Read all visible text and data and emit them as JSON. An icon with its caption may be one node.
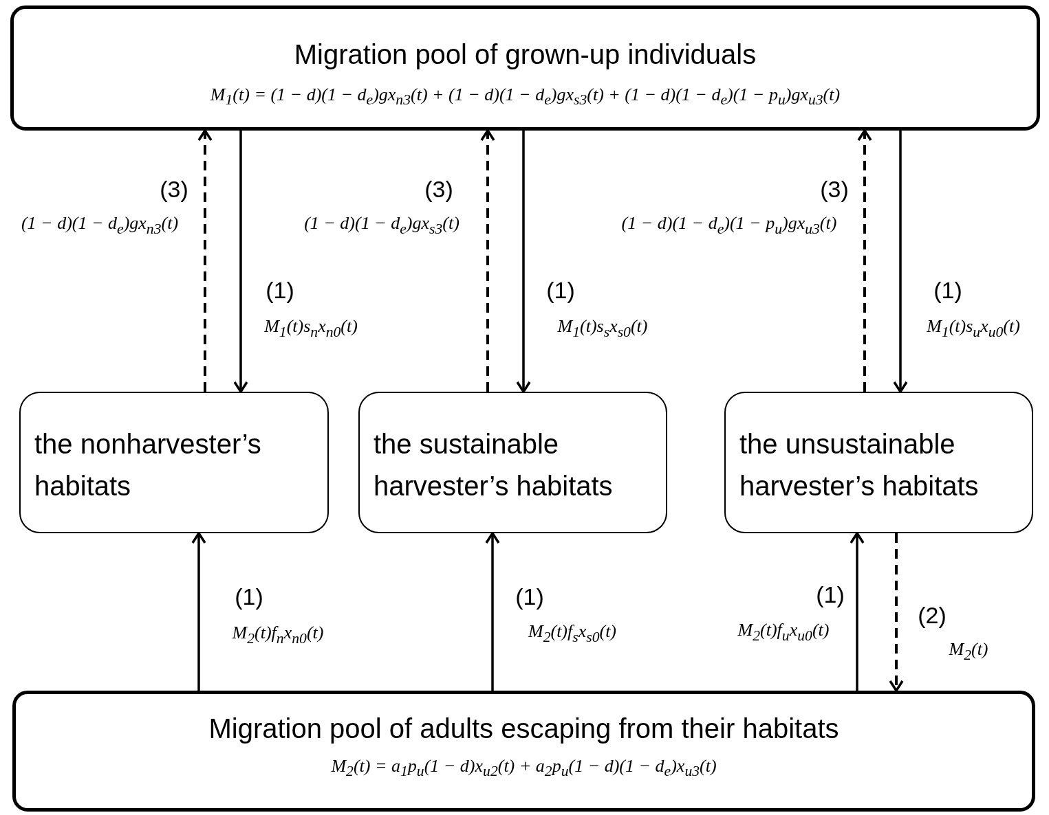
{
  "diagram": {
    "nodes": [
      {
        "text": [
          "Migration pool of grown-up individuals",
          "M$_{1}$(t) = (1 − d)(1 − d$_{e}$)gx$_{n3}$(t) + (1 − d)(1 − d$_{e}$)gx$_{s3}$(t) + (1 − d)(1 − d$_{e}$)(1 − p$_{u}$)gx$_{u3}$(t)"
        ]
      },
      {
        "text": [
          "the nonharvester’s habitats"
        ]
      },
      {
        "text": [
          "the sustainable harvester’s habitats"
        ]
      },
      {
        "text": [
          "the unsustainable harvester’s habitats"
        ]
      },
      {
        "text": [
          "Migration pool of adults escaping from their habitats",
          "M$_{2}$(t) = a$_{1}$p$_{u}$(1 − d)x$_{u2}$(t) + a$_{2}$p$_{u}$(1 − d)(1 − d$_{e}$)x$_{u3}$(t)"
        ]
      }
    ],
    "edges": [
      {
        "from": 1,
        "to": 0,
        "arrow": "to",
        "style": "dashed",
        "label": "(3)"
      },
      {
        "from": 0,
        "to": 1,
        "arrow": "to",
        "label": "(1)"
      },
      {
        "from": 2,
        "to": 0,
        "arrow": "to",
        "style": "dashed",
        "label": "(3)"
      },
      {
        "from": 0,
        "to": 2,
        "arrow": "to",
        "label": "(1)"
      },
      {
        "from": 3,
        "to": 0,
        "arrow": "to",
        "style": "dashed",
        "label": "(3)"
      },
      {
        "from": 0,
        "to": 3,
        "arrow": "to",
        "label": "(1)"
      },
      {
        "from": 4,
        "to": 1,
        "arrow": "to",
        "label": "(1)"
      },
      {
        "from": 4,
        "to": 2,
        "arrow": "to",
        "label": "(1)"
      },
      {
        "from": 4,
        "to": 3,
        "arrow": "to",
        "label": "(1)"
      },
      {
        "from": 3,
        "to": 4,
        "arrow": "to",
        "style": "dashed",
        "label": "(2)"
      }
    ],
    "labels": [
      "(1 − d)(1 − d$_{e}$)gx$_{n3}$(t)",
      "M$_{1}$(t)s$_{n}$x$_{n0}$(t)",
      "(1 − d)(1 − d$_{e}$)gx$_{s3}$(t)",
      "M$_{1}$(t)s$_{s}$x$_{s0}$(t)",
      "(1 − d)(1 − d$_{e}$)(1 − p$_{u}$)gx$_{u3}$(t)",
      "M$_{1}$(t)s$_{u}$x$_{u0}$(t)",
      "M$_{2}$(t)f$_{n}$x$_{n0}$(t)",
      "M$_{2}$(t)f$_{s}$x$_{s0}$(t)",
      "M$_{2}$(t)f$_{u}$x$_{u0}$(t)",
      "M$_{2}$(t)"
    ]
  }
}
